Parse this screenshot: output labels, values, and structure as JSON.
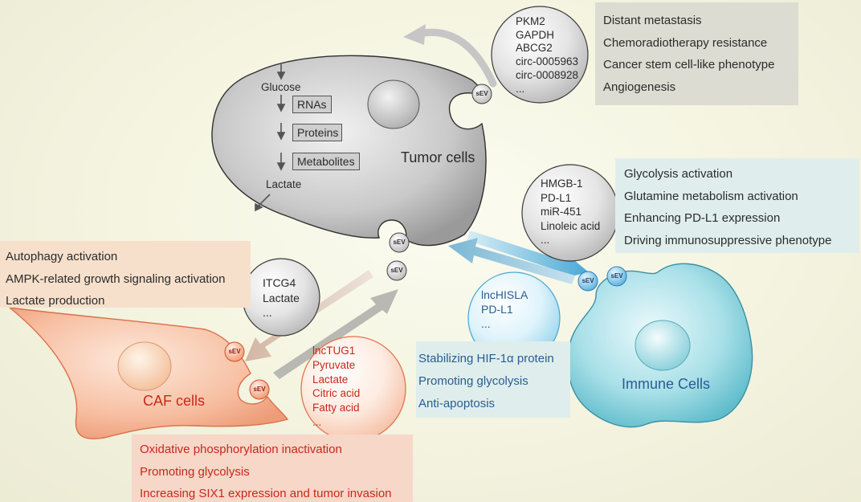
{
  "tumor": {
    "title": "Tumor cells",
    "pathway": [
      "Glucose",
      "RNAs",
      "Proteins",
      "Metabolites",
      "Lactate"
    ],
    "cargo": [
      "PKM2",
      "GAPDH",
      "ABCG2",
      "circ-0005963",
      "circ-0008928",
      "..."
    ],
    "effects": [
      "Distant metastasis",
      "Chemoradiotherapy resistance",
      "Cancer stem cell-like phenotype",
      "Angiogenesis"
    ]
  },
  "immune": {
    "title": "Immune Cells",
    "cargo_in": [
      "HMGB-1",
      "PD-L1",
      "miR-451",
      "Linoleic acid",
      "..."
    ],
    "effects_in": [
      "Glycolysis activation",
      "Glutamine metabolism activation",
      "Enhancing PD-L1 expression",
      "Driving immunosuppressive phenotype"
    ],
    "cargo_out": [
      "lncHISLA",
      "PD-L1",
      "..."
    ],
    "effects_out": [
      "Stabilizing HIF-1α protein",
      "Promoting glycolysis",
      "Anti-apoptosis"
    ]
  },
  "caf": {
    "title": "CAF cells",
    "cargo_in": [
      "ITCG4",
      "Lactate",
      "..."
    ],
    "effects_in": [
      "Autophagy activation",
      "AMPK-related growth signaling activation",
      "Lactate production"
    ],
    "cargo_out": [
      "lncTUG1",
      "Pyruvate",
      "Lactate",
      "Citric acid",
      "Fatty acid",
      "..."
    ],
    "effects_out": [
      "Oxidative phosphorylation inactivation",
      "Promoting glycolysis",
      "Increasing SIX1 expression and tumor invasion"
    ]
  },
  "sev_label": "sEV",
  "colors": {
    "grey_text": "#2b2b2b",
    "blue_text": "#2a5c93",
    "red_text": "#c8281c",
    "grey_box": "#dcdcd2",
    "blue_box": "#dfeeec",
    "orange_box": "#f6e0cc",
    "pink_box": "#f6d7c8"
  }
}
